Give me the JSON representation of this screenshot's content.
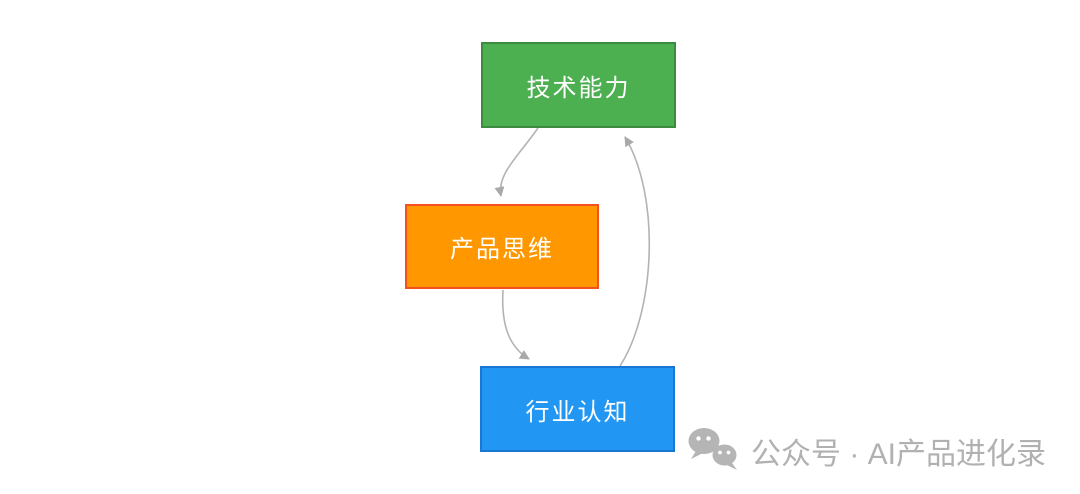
{
  "diagram": {
    "type": "flow-cycle",
    "background": "#ffffff",
    "nodes": [
      {
        "id": "tech",
        "label": "技术能力",
        "fill": "#4caf50",
        "border": "#3d8b40",
        "text_color": "#ffffff"
      },
      {
        "id": "product",
        "label": "产品思维",
        "fill": "#ff9800",
        "border": "#f4511e",
        "text_color": "#ffffff"
      },
      {
        "id": "industry",
        "label": "行业认知",
        "fill": "#2196f3",
        "border": "#1976d2",
        "text_color": "#ffffff"
      }
    ],
    "edges": [
      {
        "from": "技术能力",
        "to": "产品思维",
        "style": "curved",
        "arrowhead": "end"
      },
      {
        "from": "产品思维",
        "to": "行业认知",
        "style": "curved",
        "arrowhead": "end"
      },
      {
        "from": "行业认知",
        "to": "技术能力",
        "style": "curved",
        "arrowhead": "end"
      }
    ],
    "edge_color": "#b3b3b3"
  },
  "watermark": {
    "icon": "wechat-icon",
    "icon_color": "#b5b5b5",
    "text": "公众号 · AI产品进化录",
    "text_color": "#b1b1b1"
  }
}
